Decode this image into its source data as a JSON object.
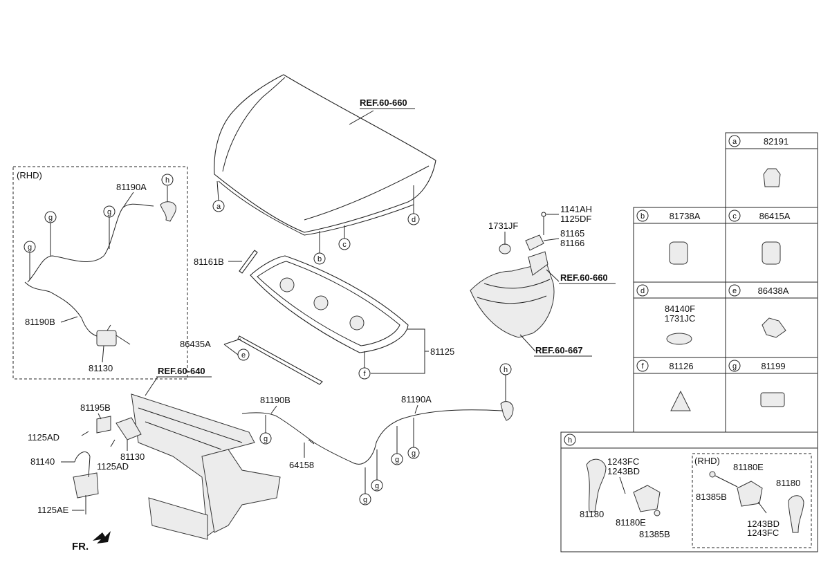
{
  "rhd_inset": {
    "title": "(RHD)",
    "labels": [
      "81190A",
      "81190B",
      "81130"
    ],
    "circles": [
      "h",
      "g",
      "g",
      "g"
    ]
  },
  "hood": {
    "ref": "REF.60-660",
    "circles": [
      "a",
      "b",
      "c",
      "d"
    ]
  },
  "insulator": {
    "labels": [
      "81161B",
      "86435A",
      "81125"
    ],
    "circles": [
      "e",
      "f"
    ]
  },
  "hinge": {
    "labels": [
      "1141AH",
      "1125DF",
      "1731JF",
      "81165",
      "81166"
    ],
    "refs": [
      "REF.60-660",
      "REF.60-667"
    ]
  },
  "front": {
    "ref": "REF.60-640",
    "labels": [
      "81195B",
      "1125AD",
      "81130",
      "1125AD",
      "81140",
      "1125AE"
    ],
    "fr_label": "FR."
  },
  "cable": {
    "labels": [
      "81190B",
      "81190A",
      "64158"
    ],
    "circles": [
      "g",
      "g",
      "g",
      "g",
      "g",
      "h"
    ]
  },
  "parts_table": {
    "cells": [
      {
        "letter": "a",
        "part": "82191"
      },
      {
        "letter": "b",
        "part": "81738A"
      },
      {
        "letter": "c",
        "part": "86415A"
      },
      {
        "letter": "d",
        "part": "84140F"
      },
      {
        "letter": "e",
        "part": "86438A"
      },
      {
        "letter": "f",
        "part": "81126"
      },
      {
        "letter": "g",
        "part": "81199"
      }
    ],
    "d_extra": [
      "84140F",
      "1731JC"
    ],
    "h_panel": {
      "letter": "h",
      "left_labels": [
        "1243FC",
        "1243BD",
        "81180",
        "81180E",
        "81385B"
      ],
      "rhd_title": "(RHD)",
      "rhd_labels": [
        "81180E",
        "81180",
        "81385B",
        "1243BD",
        "1243FC"
      ]
    }
  }
}
